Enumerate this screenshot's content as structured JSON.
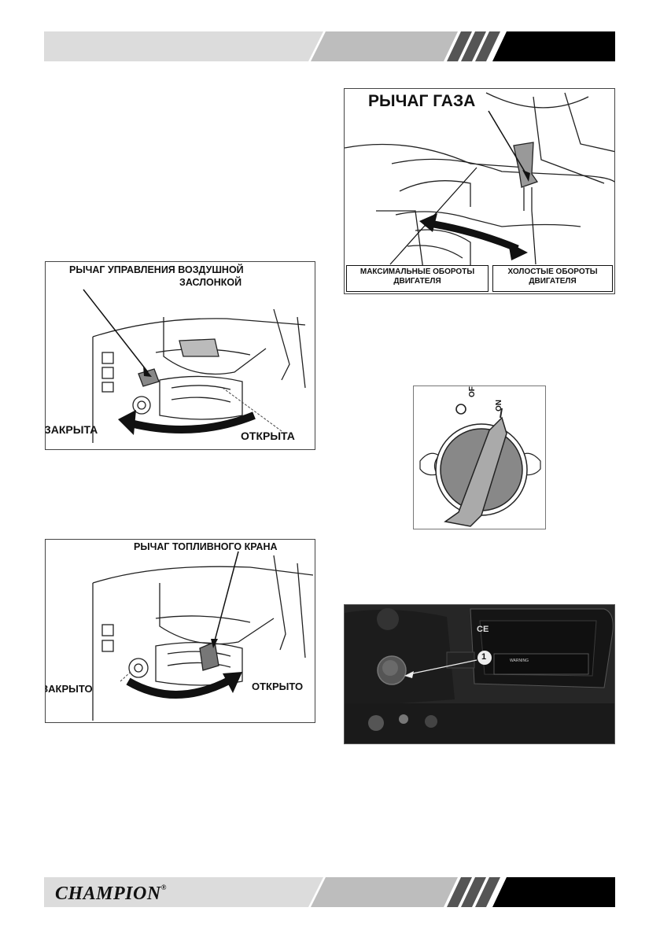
{
  "header": {
    "band_colors": {
      "light": "#dcdcdc",
      "mid": "#bdbdbd",
      "dark": "#000000"
    }
  },
  "footer": {
    "brand": "CHAMPION",
    "reg_mark": "®"
  },
  "figures": {
    "choke": {
      "title_line1": "РЫЧАГ УПРАВЛЕНИЯ ВОЗДУШНОЙ",
      "title_line2": "ЗАСЛОНКОЙ",
      "closed": "ЗАКРЫТА",
      "open": "ОТКРЫТА"
    },
    "fuel": {
      "title": "РЫЧАГ ТОПЛИВНОГО КРАНА",
      "closed": "ЗАКРЫТО",
      "open": "ОТКРЫТО"
    },
    "throttle": {
      "title": "РЫЧАГ ГАЗА",
      "max_line1": "МАКСИМАЛЬНЫЕ ОБОРОТЫ",
      "max_line2": "ДВИГАТЕЛЯ",
      "idle_line1": "ХОЛОСТЫЕ ОБОРОТЫ",
      "idle_line2": "ДВИГАТЕЛЯ"
    },
    "switch": {
      "off": "OFF",
      "on": "ON"
    },
    "photo": {
      "callout": "1",
      "ce_mark": "CE",
      "warning": "WARNING"
    }
  }
}
